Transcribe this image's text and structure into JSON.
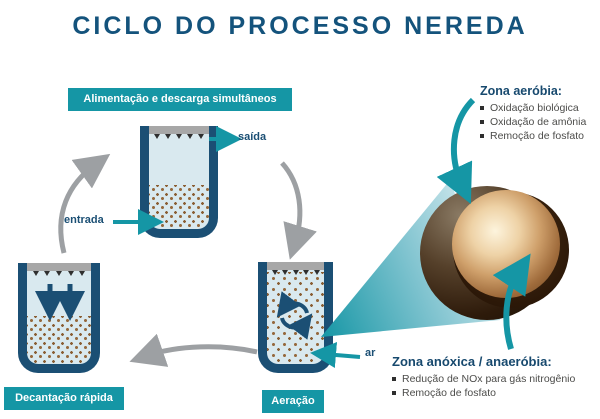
{
  "title": "CICLO DO PROCESSO NEREDA",
  "stages": {
    "feed": {
      "label": "Alimentação e descarga simultâneos"
    },
    "settling": {
      "label": "Decantação rápida"
    },
    "aeration": {
      "label": "Aeração"
    }
  },
  "annotations": {
    "outlet": "saída",
    "inlet": "entrada",
    "air": "ar"
  },
  "zones": {
    "aerobic": {
      "heading": "Zona aeróbia:",
      "bullets": [
        "Oxidação biológica",
        "Oxidação de amônia",
        "Remoção de fosfato"
      ]
    },
    "anoxic": {
      "heading": "Zona anóxica / anaeróbia:",
      "bullets": [
        "Redução de NOx para gás nitrogênio",
        "Remoção de fosfato"
      ]
    }
  },
  "colors": {
    "title_blue": "#14537c",
    "teal": "#1596a5",
    "tank_navy": "#1b4f74",
    "water_blue": "#d9e9ef",
    "granule_brown": "#96693d",
    "cycle_arrow_gray": "#9da0a3"
  }
}
